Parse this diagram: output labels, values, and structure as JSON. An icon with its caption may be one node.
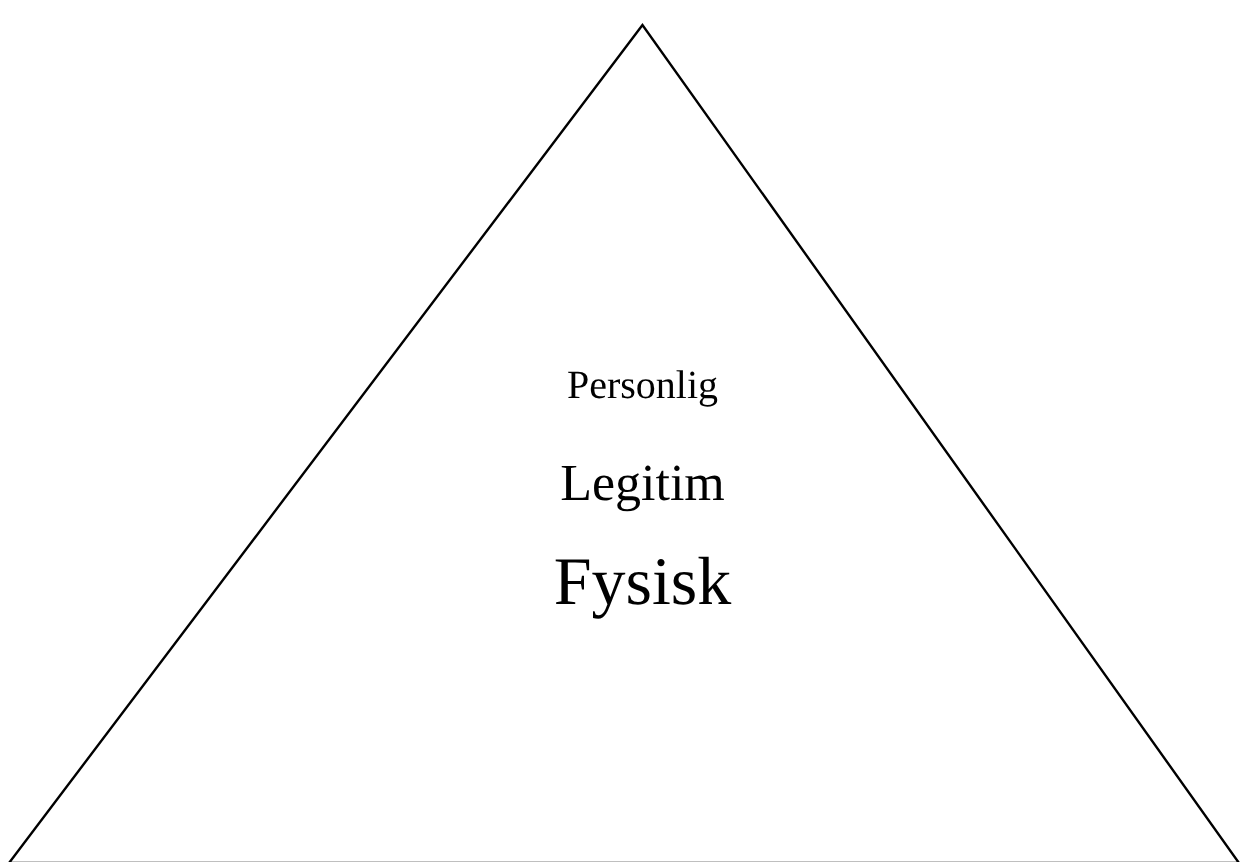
{
  "diagram": {
    "nodes": [
      {
        "text": [
          "Personlig",
          "Legitim",
          "Fysisk"
        ]
      }
    ]
  }
}
